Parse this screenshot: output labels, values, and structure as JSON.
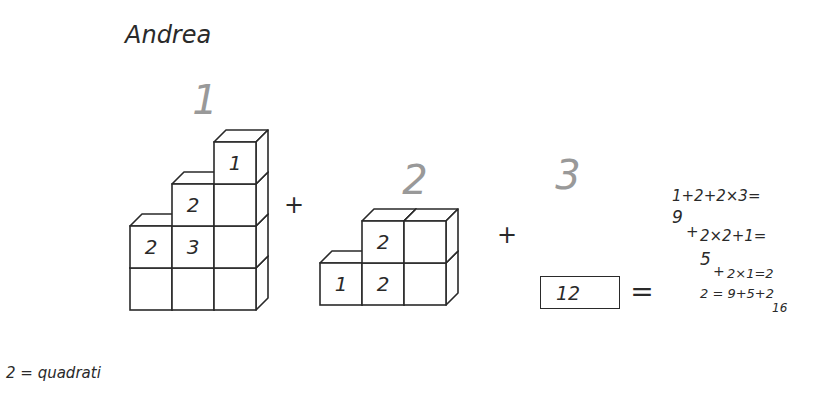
{
  "diagram": {
    "nodes": [
      {
        "text": [
          "12"
        ]
      }
    ],
    "labels": [
      "Andrea",
      "1",
      "2",
      "3",
      "1",
      "2",
      "3",
      "2",
      "2",
      "1",
      "2",
      "+",
      "+",
      "=",
      "1+2+2×3=",
      "9",
      "+",
      "2×2+1=",
      "5",
      "+",
      "2×1=2",
      "2 = 9+5+2",
      "16",
      "2 = quadrati"
    ]
  }
}
